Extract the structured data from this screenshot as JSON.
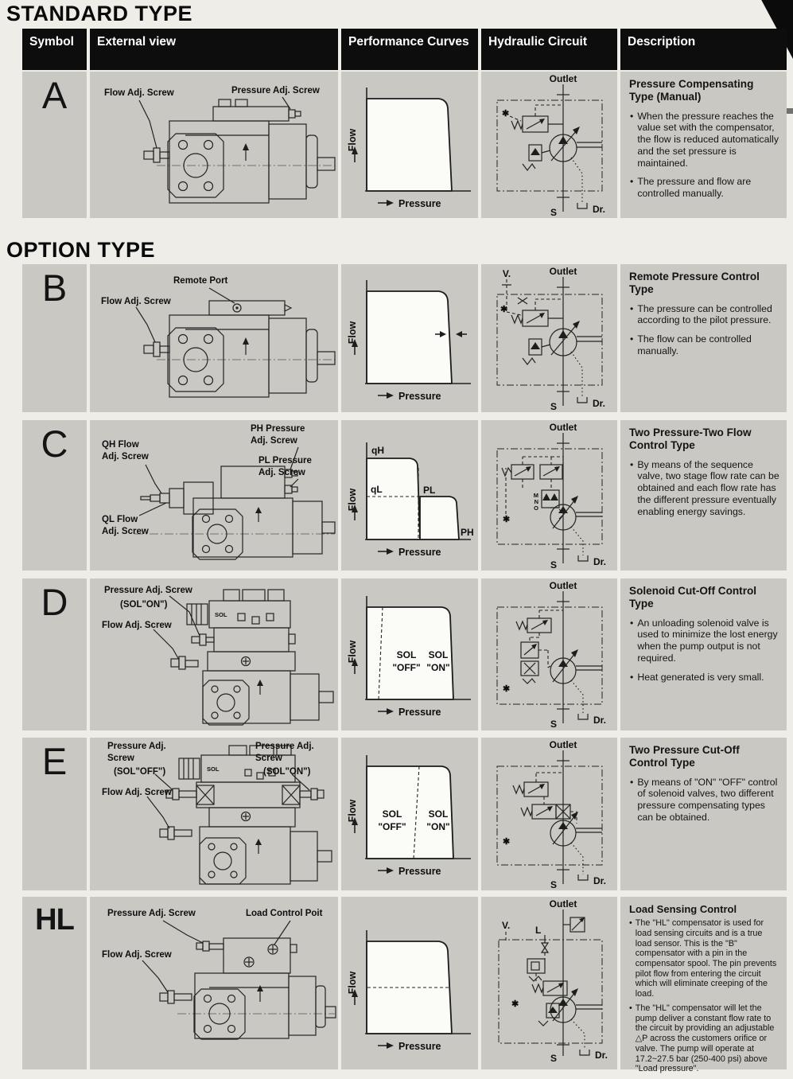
{
  "page": {
    "standard_title": "STANDARD TYPE",
    "option_title": "OPTION TYPE"
  },
  "header": {
    "symbol": "Symbol",
    "external_view": "External view",
    "performance_curves": "Performance Curves",
    "hydraulic_circuit": "Hydraulic Circuit",
    "description": "Description"
  },
  "axis": {
    "flow": "Flow",
    "pressure": "Pressure"
  },
  "rows": [
    {
      "symbol": "A",
      "ext": {
        "flow": "Flow Adj. Screw",
        "pressure": "Pressure Adj. Screw"
      },
      "circuit": {
        "outlet": "Outlet",
        "s": "S",
        "dr": "Dr."
      },
      "desc": {
        "title": "Pressure Compensating Type (Manual)",
        "bullets": [
          "When the pressure reaches the value set with the compensator, the flow is reduced automatically and the set pressure is maintained.",
          "The pressure and flow are controlled manually."
        ]
      }
    },
    {
      "symbol": "B",
      "ext": {
        "remote": "Remote Port",
        "flow": "Flow Adj. Screw"
      },
      "circuit": {
        "v": "V.",
        "outlet": "Outlet",
        "s": "S",
        "dr": "Dr."
      },
      "desc": {
        "title": "Remote Pressure Control Type",
        "bullets": [
          "The pressure can be controlled according to the pilot pressure.",
          "The flow can be controlled manually."
        ]
      }
    },
    {
      "symbol": "C",
      "ext": {
        "ph1": "PH Pressure",
        "ph2": "Adj. Screw",
        "pl1": "PL Pressure",
        "pl2": "Adj. Screw",
        "qh1": "QH Flow",
        "qh2": "Adj. Screw",
        "ql1": "QL Flow",
        "ql2": "Adj. Screw"
      },
      "curve": {
        "qh": "qH",
        "ql": "qL",
        "pl": "PL",
        "ph": "PH"
      },
      "circuit": {
        "outlet": "Outlet",
        "m": "M",
        "n": "N",
        "o": "O",
        "s": "S",
        "dr": "Dr."
      },
      "desc": {
        "title": "Two Pressure-Two Flow Control Type",
        "bullets": [
          "By means of the sequence valve, two stage flow rate can be obtained and each flow rate has the different pressure eventually enabling energy savings."
        ]
      }
    },
    {
      "symbol": "D",
      "ext": {
        "pressure": "Pressure Adj. Screw",
        "sol_on": "(SOL\"ON\")",
        "flow": "Flow Adj. Screw",
        "sol_tag": "SOL"
      },
      "curve": {
        "sol": "SOL",
        "off": "\"OFF\"",
        "on": "\"ON\""
      },
      "circuit": {
        "outlet": "Outlet",
        "s": "S",
        "dr": "Dr."
      },
      "desc": {
        "title": "Solenoid Cut-Off Control Type",
        "bullets": [
          "An unloading solenoid valve is used to minimize the lost energy when the pump output is not required.",
          "Heat generated is very small."
        ]
      }
    },
    {
      "symbol": "E",
      "ext": {
        "p_off1": "Pressure Adj.",
        "p_off2": "Screw",
        "p_off3": "(SOL\"OFF\")",
        "p_on1": "Pressure Adj.",
        "p_on2": "Screw",
        "p_on3": "(SOL\"ON\")",
        "flow": "Flow Adj. Screw",
        "sol_tag": "SOL"
      },
      "curve": {
        "sol": "SOL",
        "off": "\"OFF\"",
        "on": "\"ON\""
      },
      "circuit": {
        "outlet": "Outlet",
        "s": "S",
        "dr": "Dr."
      },
      "desc": {
        "title": "Two Pressure Cut-Off Control Type",
        "bullets": [
          "By means of \"ON\" \"OFF\" control of solenoid valves, two different pressure compensating types can be obtained."
        ]
      }
    },
    {
      "symbol": "HL",
      "ext": {
        "pressure": "Pressure Adj. Screw",
        "load": "Load Control Poit",
        "flow": "Flow Adj. Screw"
      },
      "circuit": {
        "outlet": "Outlet",
        "v": "V.",
        "l": "L",
        "s": "S",
        "dr": "Dr."
      },
      "desc": {
        "title": "Load Sensing Control",
        "bullets": [
          "The \"HL\" compensator is used for load sensing circuits and is a true load sensor. This is the \"B\" compensator with a pin in the compensator spool. The pin prevents pilot flow from entering the circuit which will eliminate creeping of the load.",
          "The \"HL\" compensator will let the pump deliver a constant flow rate to the circuit by providing an adjustable △P across the customers orifice or valve. The pump will operate at 17.2~27.5 bar (250-400 psi) above \"Load pressure\"."
        ]
      }
    }
  ],
  "colors": {
    "cell_bg": "#c9c8c3",
    "header_bg": "#0d0d0d",
    "header_text": "#ffffff",
    "ink": "#1a1a1a",
    "paper": "#eeede8"
  }
}
